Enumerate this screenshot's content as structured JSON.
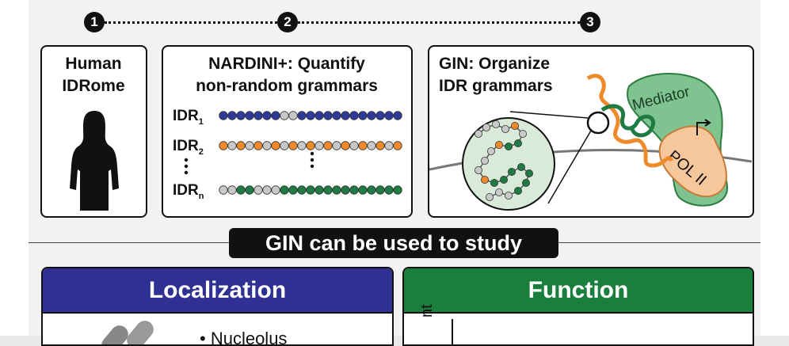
{
  "colors": {
    "blue": "#2c3a9a",
    "orange": "#ee8a2a",
    "green": "#1f7a44",
    "gray": "#c8c8c8",
    "mediator_green": "#7fc391",
    "polii_peach": "#f7c79c",
    "localization_header": "#2e3192",
    "function_header": "#1a7f3c"
  },
  "steps": [
    "1",
    "2",
    "3"
  ],
  "box1": {
    "title_line1": "Human",
    "title_line2": "IDRome",
    "icon": "human-silhouette-icon"
  },
  "box2": {
    "title_line1": "NARDINI+: Quantify",
    "title_line2": "non-random grammars",
    "rows": [
      {
        "label": "IDR",
        "sub": "1",
        "beads": "bbbbbbgbbbbbbbbbbbbbb"
      },
      {
        "label": "IDR",
        "sub": "2",
        "beads": "ogogogogooogogogogogg"
      },
      {
        "label": "IDR",
        "sub": "n",
        "beads": "ggggggggggggggggggggg"
      }
    ]
  },
  "box3": {
    "title_line1": "GIN: Organize",
    "title_line2": "IDR grammars",
    "mediator_label": "Mediator",
    "polii_label": "POL II"
  },
  "study_banner": "GIN can be used to study",
  "localization": {
    "header": "Localization",
    "item": "Nucleolus"
  },
  "function": {
    "header": "Function",
    "axis_fragment": "nt"
  }
}
